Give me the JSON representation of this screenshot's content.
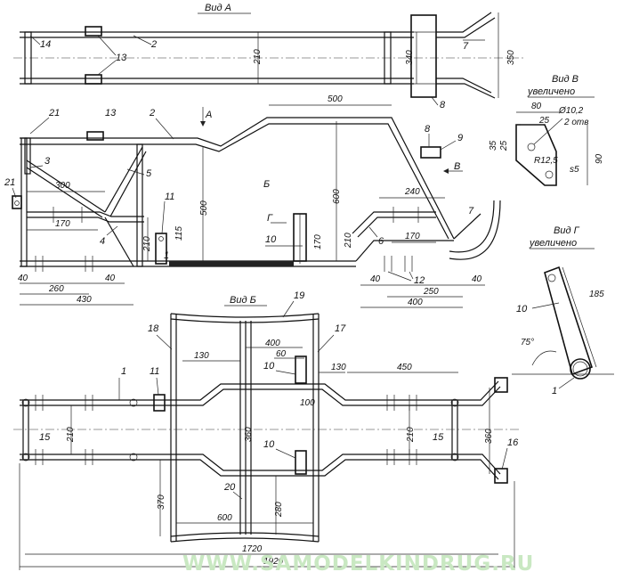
{
  "views": {
    "a": "Вид А",
    "b": "Вид Б",
    "v": "Вид В",
    "v_sub": "увеличено",
    "g": "Вид Г",
    "g_sub": "увеличено",
    "arrow_a": "А",
    "arrow_b": "Б",
    "arrow_v": "В",
    "arrow_g": "Г"
  },
  "labels": {
    "n1": "1",
    "n2": "2",
    "n3": "3",
    "n4": "4",
    "n5": "5",
    "n6": "6",
    "n7": "7",
    "n8": "8",
    "n9": "9",
    "n10": "10",
    "n11": "11",
    "n12": "12",
    "n13": "13",
    "n14": "14",
    "n15": "15",
    "n16": "16",
    "n17": "17",
    "n18": "18",
    "n19": "19",
    "n20": "20",
    "n21": "21"
  },
  "dims": {
    "d210": "210",
    "d340": "340",
    "d350": "350",
    "d500": "500",
    "d600": "600",
    "d300": "300",
    "d170": "170",
    "d115": "115",
    "d240": "240",
    "d40": "40",
    "d260": "260",
    "d430": "430",
    "d250": "250",
    "d400": "400",
    "d80": "80",
    "d25": "25",
    "d35": "35",
    "d90": "90",
    "dia": "Ø10,2",
    "holes": "2 отв",
    "radius": "R12,5",
    "thick": "s5",
    "d185": "185",
    "angle": "75°",
    "d130": "130",
    "d60": "60",
    "d450": "450",
    "d100": "100",
    "d360": "360",
    "d370": "370",
    "d280": "280",
    "d1720": "1720",
    "d1920": "1920"
  },
  "watermark": "WWW.SAMODELKINDRUG.RU"
}
